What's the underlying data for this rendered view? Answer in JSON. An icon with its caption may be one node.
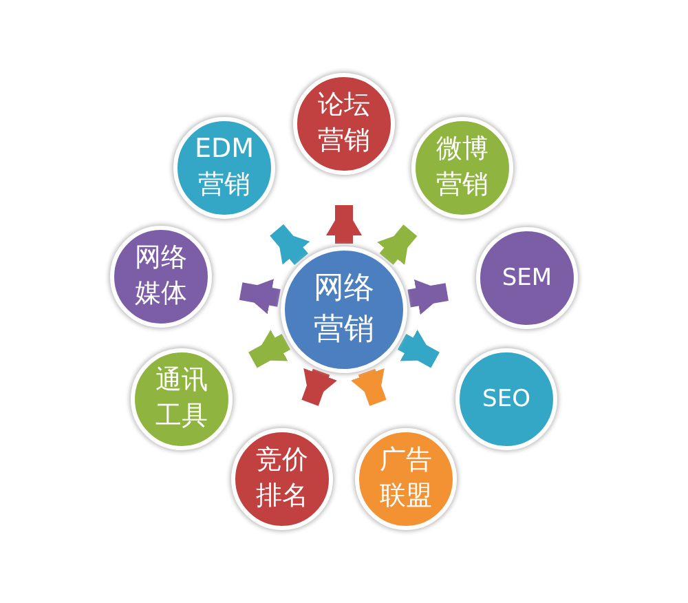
{
  "diagram": {
    "nodes": [
      {
        "text": [
          "网络营销"
        ]
      },
      {
        "text": [
          "论坛营销"
        ]
      },
      {
        "text": [
          "微博营销"
        ]
      },
      {
        "text": [
          "SEM"
        ]
      },
      {
        "text": [
          "SEO"
        ]
      },
      {
        "text": [
          "广告联盟"
        ]
      },
      {
        "text": [
          "竞价排名"
        ]
      },
      {
        "text": [
          "通讯工具"
        ]
      },
      {
        "text": [
          "网络媒体"
        ]
      },
      {
        "text": [
          "EDM营销"
        ]
      }
    ],
    "edges": [
      {
        "from": 0,
        "to": 1,
        "arrow": "to",
        "color": "#c0413f"
      },
      {
        "from": 0,
        "to": 2,
        "arrow": "to",
        "color": "#8fb43f"
      },
      {
        "from": 0,
        "to": 3,
        "arrow": "to",
        "color": "#7b5ea5"
      },
      {
        "from": 0,
        "to": 4,
        "arrow": "to",
        "color": "#35a7c6"
      },
      {
        "from": 0,
        "to": 5,
        "arrow": "to",
        "color": "#f39233"
      },
      {
        "from": 0,
        "to": 6,
        "arrow": "to",
        "color": "#c0413f"
      },
      {
        "from": 0,
        "to": 7,
        "arrow": "to",
        "color": "#8fb43f"
      },
      {
        "from": 0,
        "to": 8,
        "arrow": "to",
        "color": "#7b5ea5"
      },
      {
        "from": 0,
        "to": 9,
        "arrow": "to",
        "color": "#35a7c6"
      }
    ]
  }
}
